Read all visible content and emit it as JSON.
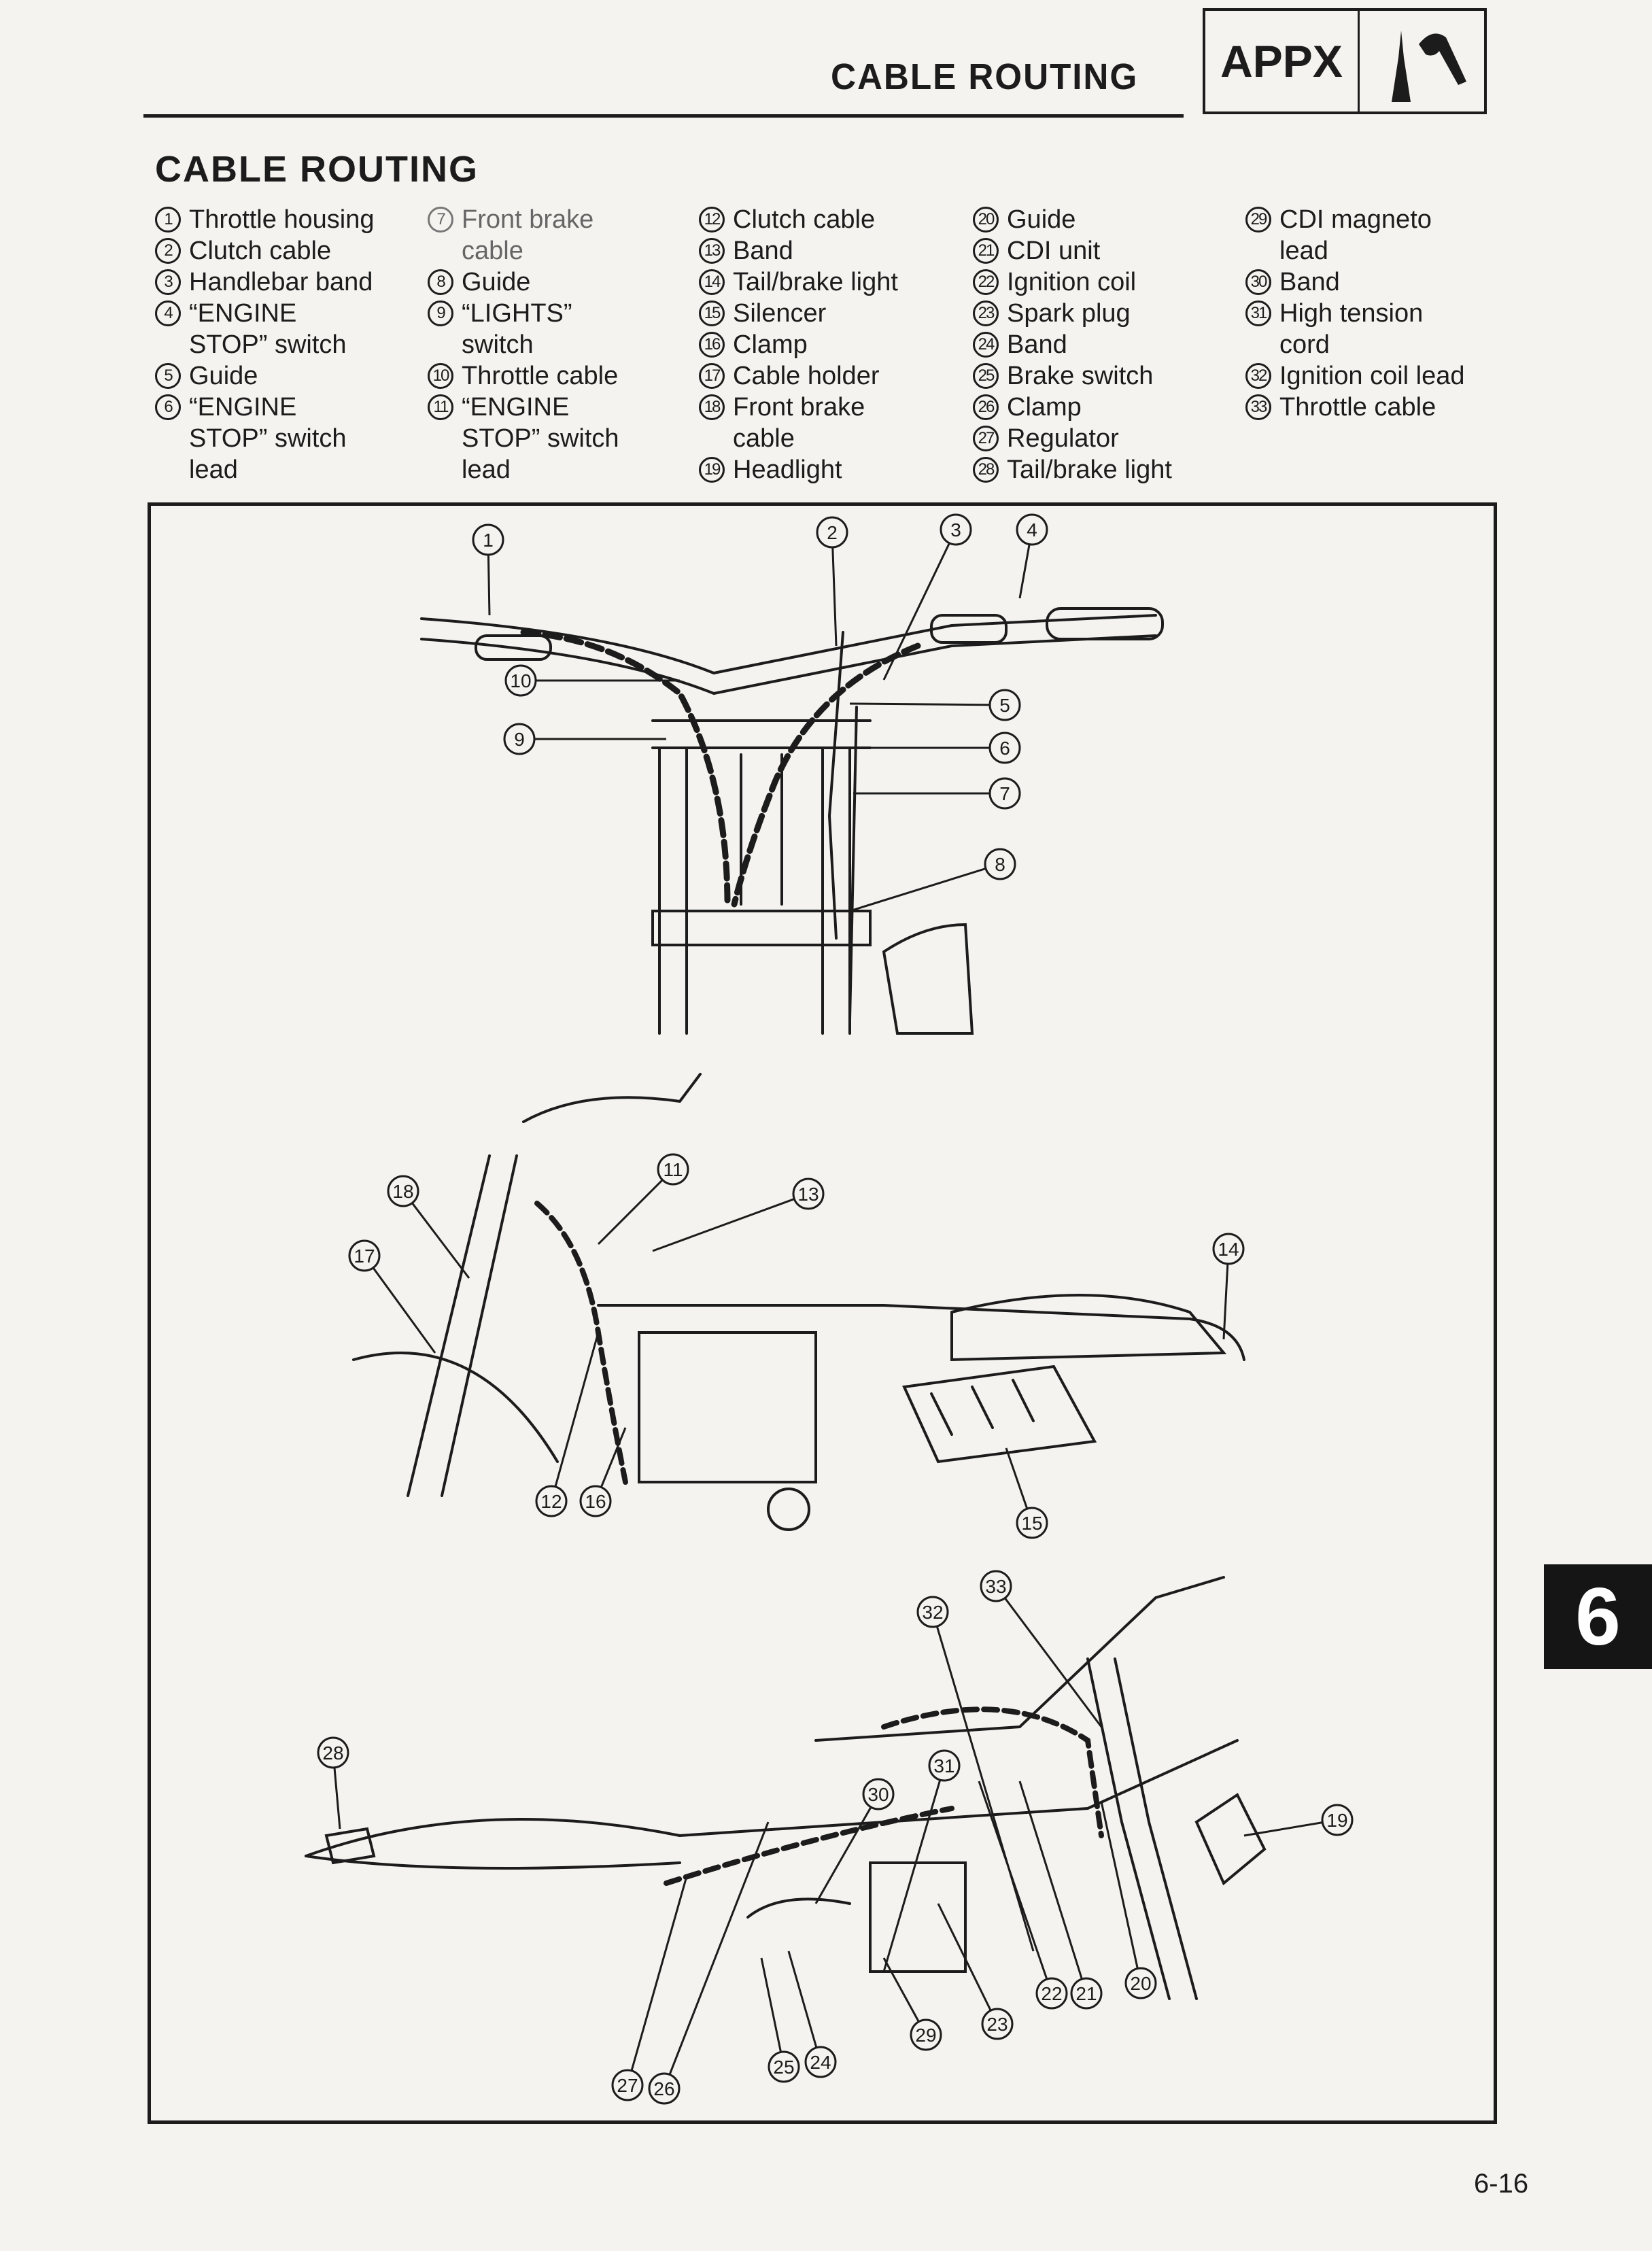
{
  "header": {
    "section_title": "CABLE ROUTING",
    "appx_label": "APPX",
    "appx_icon": "tools-icon"
  },
  "title": "CABLE ROUTING",
  "legend": [
    [
      {
        "num": "1",
        "label": "Throttle housing"
      },
      {
        "num": "2",
        "label": "Clutch cable"
      },
      {
        "num": "3",
        "label": "Handlebar band"
      },
      {
        "num": "4",
        "label": "“ENGINE\nSTOP” switch"
      },
      {
        "num": "5",
        "label": "Guide"
      },
      {
        "num": "6",
        "label": "“ENGINE\nSTOP” switch\nlead"
      }
    ],
    [
      {
        "num": "7",
        "label": "Front brake\ncable"
      },
      {
        "num": "8",
        "label": "Guide"
      },
      {
        "num": "9",
        "label": "“LIGHTS”\nswitch"
      },
      {
        "num": "10",
        "label": "Throttle cable"
      },
      {
        "num": "11",
        "label": "“ENGINE\nSTOP” switch\nlead"
      }
    ],
    [
      {
        "num": "12",
        "label": "Clutch cable"
      },
      {
        "num": "13",
        "label": "Band"
      },
      {
        "num": "14",
        "label": "Tail/brake light"
      },
      {
        "num": "15",
        "label": "Silencer"
      },
      {
        "num": "16",
        "label": "Clamp"
      },
      {
        "num": "17",
        "label": "Cable holder"
      },
      {
        "num": "18",
        "label": "Front brake\ncable"
      },
      {
        "num": "19",
        "label": "Headlight"
      }
    ],
    [
      {
        "num": "20",
        "label": "Guide"
      },
      {
        "num": "21",
        "label": "CDI unit"
      },
      {
        "num": "22",
        "label": "Ignition coil"
      },
      {
        "num": "23",
        "label": "Spark plug"
      },
      {
        "num": "24",
        "label": "Band"
      },
      {
        "num": "25",
        "label": "Brake switch"
      },
      {
        "num": "26",
        "label": "Clamp"
      },
      {
        "num": "27",
        "label": "Regulator"
      },
      {
        "num": "28",
        "label": "Tail/brake light"
      }
    ],
    [
      {
        "num": "29",
        "label": "CDI magneto\nlead"
      },
      {
        "num": "30",
        "label": "Band"
      },
      {
        "num": "31",
        "label": "High tension\ncord"
      },
      {
        "num": "32",
        "label": "Ignition coil lead"
      },
      {
        "num": "33",
        "label": "Throttle cable"
      }
    ]
  ],
  "diagram": {
    "callouts": [
      "1",
      "2",
      "3",
      "4",
      "5",
      "6",
      "7",
      "8",
      "9",
      "10",
      "11",
      "13",
      "18",
      "17",
      "14",
      "12",
      "16",
      "15",
      "32",
      "33",
      "28",
      "31",
      "30",
      "19",
      "20",
      "21",
      "22",
      "23",
      "29",
      "27",
      "26",
      "25",
      "24"
    ]
  },
  "chapter_tab": "6",
  "page_number": "6-16"
}
